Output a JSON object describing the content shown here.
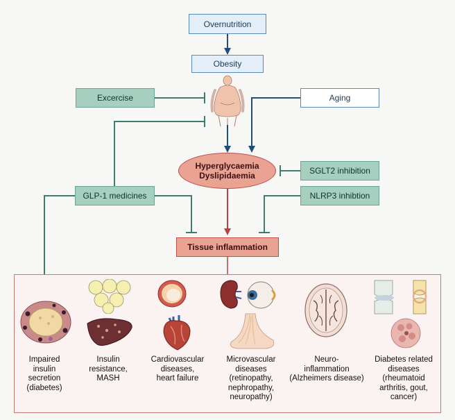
{
  "nodes": {
    "overnutrition": "Overnutrition",
    "obesity": "Obesity",
    "exercise": "Excercise",
    "aging": "Aging",
    "hyper_line1": "Hyperglycaemia",
    "hyper_line2": "Dyslipidaemia",
    "sglt2": "SGLT2 inhibition",
    "glp1": "GLP-1 medicines",
    "nlrp3": "NLRP3 inhibtion",
    "tissue": "Tissue inflammation"
  },
  "diseases": [
    {
      "lines": [
        "Impaired",
        "insulin",
        "secretion",
        "(diabetes)"
      ],
      "icon": "pancreatic-islet-icon"
    },
    {
      "lines": [
        "Insulin",
        "resistance,",
        "MASH"
      ],
      "icon": "fat-liver-icon"
    },
    {
      "lines": [
        "Cardiovascular",
        "diseases,",
        "heart failure"
      ],
      "icon": "artery-heart-icon"
    },
    {
      "lines": [
        "Microvascular",
        "diseases",
        "(retinopathy,",
        "nephropathy,",
        "neuropathy)"
      ],
      "icon": "kidney-eye-nerve-icon"
    },
    {
      "lines": [
        "Neuro-",
        "inflammation",
        "(Alzheimers disease)"
      ],
      "icon": "brain-icon"
    },
    {
      "lines": [
        "Diabetes related",
        "diseases",
        "(rheumatoid",
        "arthritis, gout,",
        "cancer)"
      ],
      "icon": "joint-tumor-icon"
    }
  ],
  "colors": {
    "blue_arrow": "#1f4e79",
    "red_arrow": "#b8423f",
    "inhibit_line": "#3f7d6b"
  }
}
